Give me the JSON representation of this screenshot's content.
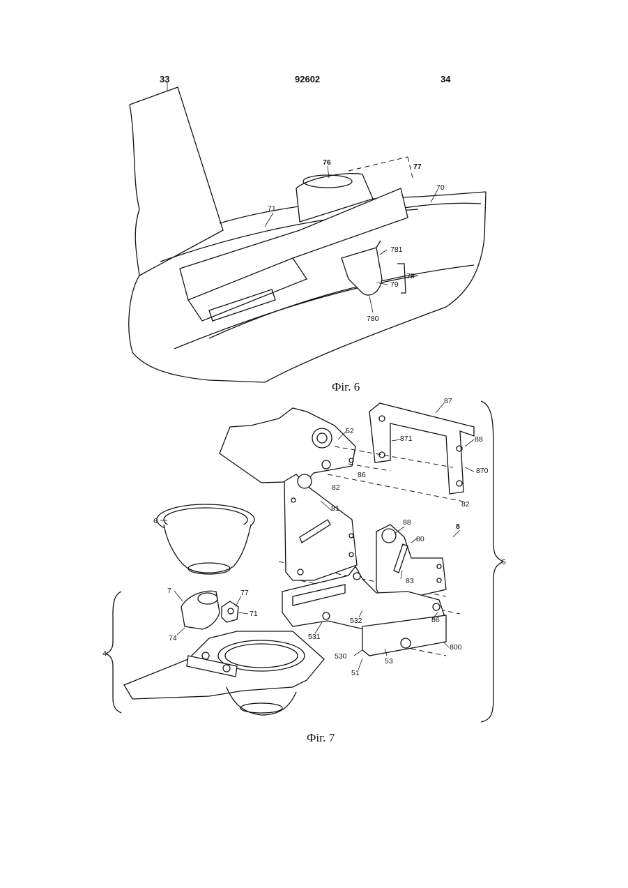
{
  "header": {
    "left_page": "33",
    "patent_number": "92602",
    "right_page": "34"
  },
  "figure6": {
    "caption": "Фіг. 6",
    "labels": {
      "l76": "76",
      "l77": "77",
      "l70": "70",
      "l71": "71",
      "l781": "781",
      "l78": "78",
      "l79": "79",
      "l780": "780"
    }
  },
  "figure7": {
    "caption": "Фіг. 7",
    "labels": {
      "l87": "87",
      "l52": "52",
      "l871": "871",
      "l88a": "88",
      "l870": "870",
      "l82a": "82",
      "l86a": "86",
      "l82b": "82",
      "l6": "6",
      "l81": "81",
      "l88b": "88",
      "l80": "80",
      "l8": "8",
      "l5": "5",
      "l83": "83",
      "l7": "7",
      "l77": "77",
      "l71": "71",
      "l74": "74",
      "l532": "532",
      "l86b": "86",
      "l531": "531",
      "l800": "800",
      "l4": "4",
      "l530": "530",
      "l53": "53",
      "l51": "51"
    }
  }
}
